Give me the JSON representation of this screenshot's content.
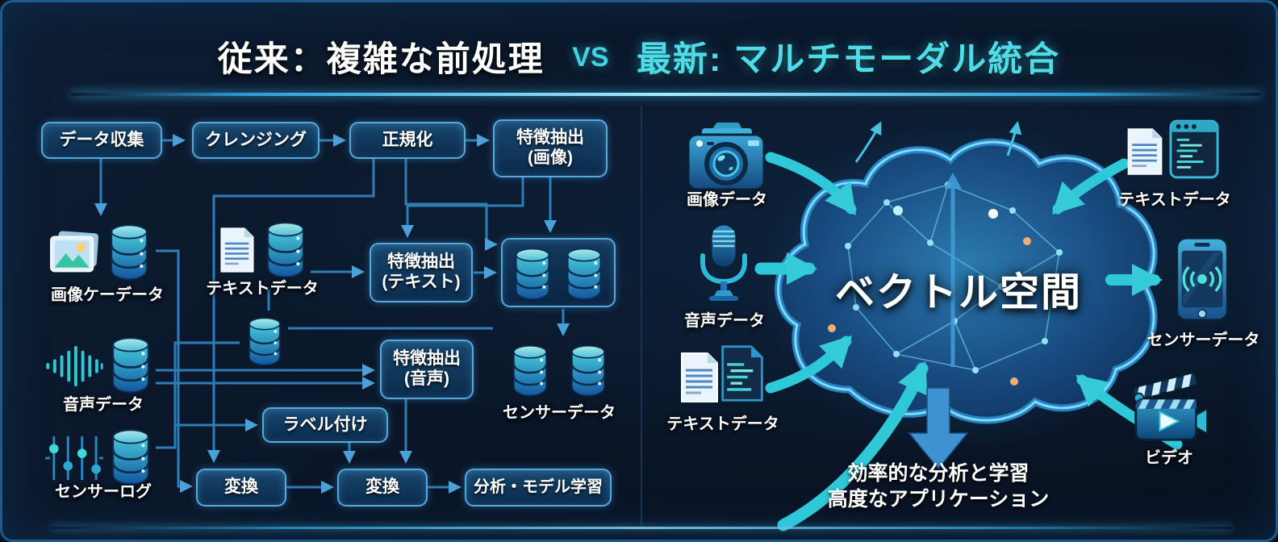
{
  "title": {
    "left": "従来：複雑な前処理",
    "vs": "VS",
    "right": "最新: マルチモーダル統合"
  },
  "left_panel": {
    "flow_boxes": {
      "collect": "データ収集",
      "cleansing": "クレンジング",
      "normalize": "正規化",
      "feat_image": "特徴抽出\n(画像)",
      "feat_text": "特徴抽出\n(テキスト)",
      "feat_audio": "特徴抽出\n(音声)",
      "labeling": "ラベル付け",
      "transform1": "変換",
      "transform2": "変換",
      "analysis": "分析・モデル学習"
    },
    "sources": {
      "image": {
        "label": "画像ケーデータ",
        "icon": "photo-icon"
      },
      "text": {
        "label": "テキストデータ",
        "icon": "document-icon"
      },
      "audio": {
        "label": "音声データ",
        "icon": "waveform-icon"
      },
      "sensor_log": {
        "label": "センサーログ",
        "icon": "sliders-icon"
      }
    },
    "db_icon": "database-icon",
    "db_group_label": "センサーデータ"
  },
  "right_panel": {
    "center": "ベクトル空間",
    "inputs": {
      "image": {
        "label": "画像データ",
        "icon": "camera-icon"
      },
      "audio": {
        "label": "音声データ",
        "icon": "microphone-icon"
      },
      "text_left": {
        "label": "テキストデータ",
        "icon": "documents-icon"
      },
      "text_right": {
        "label": "テキストデータ",
        "icon": "document-code-icon"
      },
      "sensor": {
        "label": "センサーデータ",
        "icon": "smartphone-icon"
      },
      "video": {
        "label": "ビデオ",
        "icon": "video-clapper-icon"
      }
    },
    "outputs": {
      "line1": "効率的な分析と学習",
      "line2": "高度なアプリケーション"
    }
  },
  "colors": {
    "background": "#0a1628",
    "box_border": "#57a9dc",
    "box_fill_top": "#17476e",
    "box_fill_bottom": "#0b2b4c",
    "flow_line": "#2e7cb8",
    "accent_cyan": "#4fdce8",
    "teal_arrow": "#2fc8d8",
    "cloud_stroke": "#7fdcf8",
    "text_white": "#ffffff"
  }
}
